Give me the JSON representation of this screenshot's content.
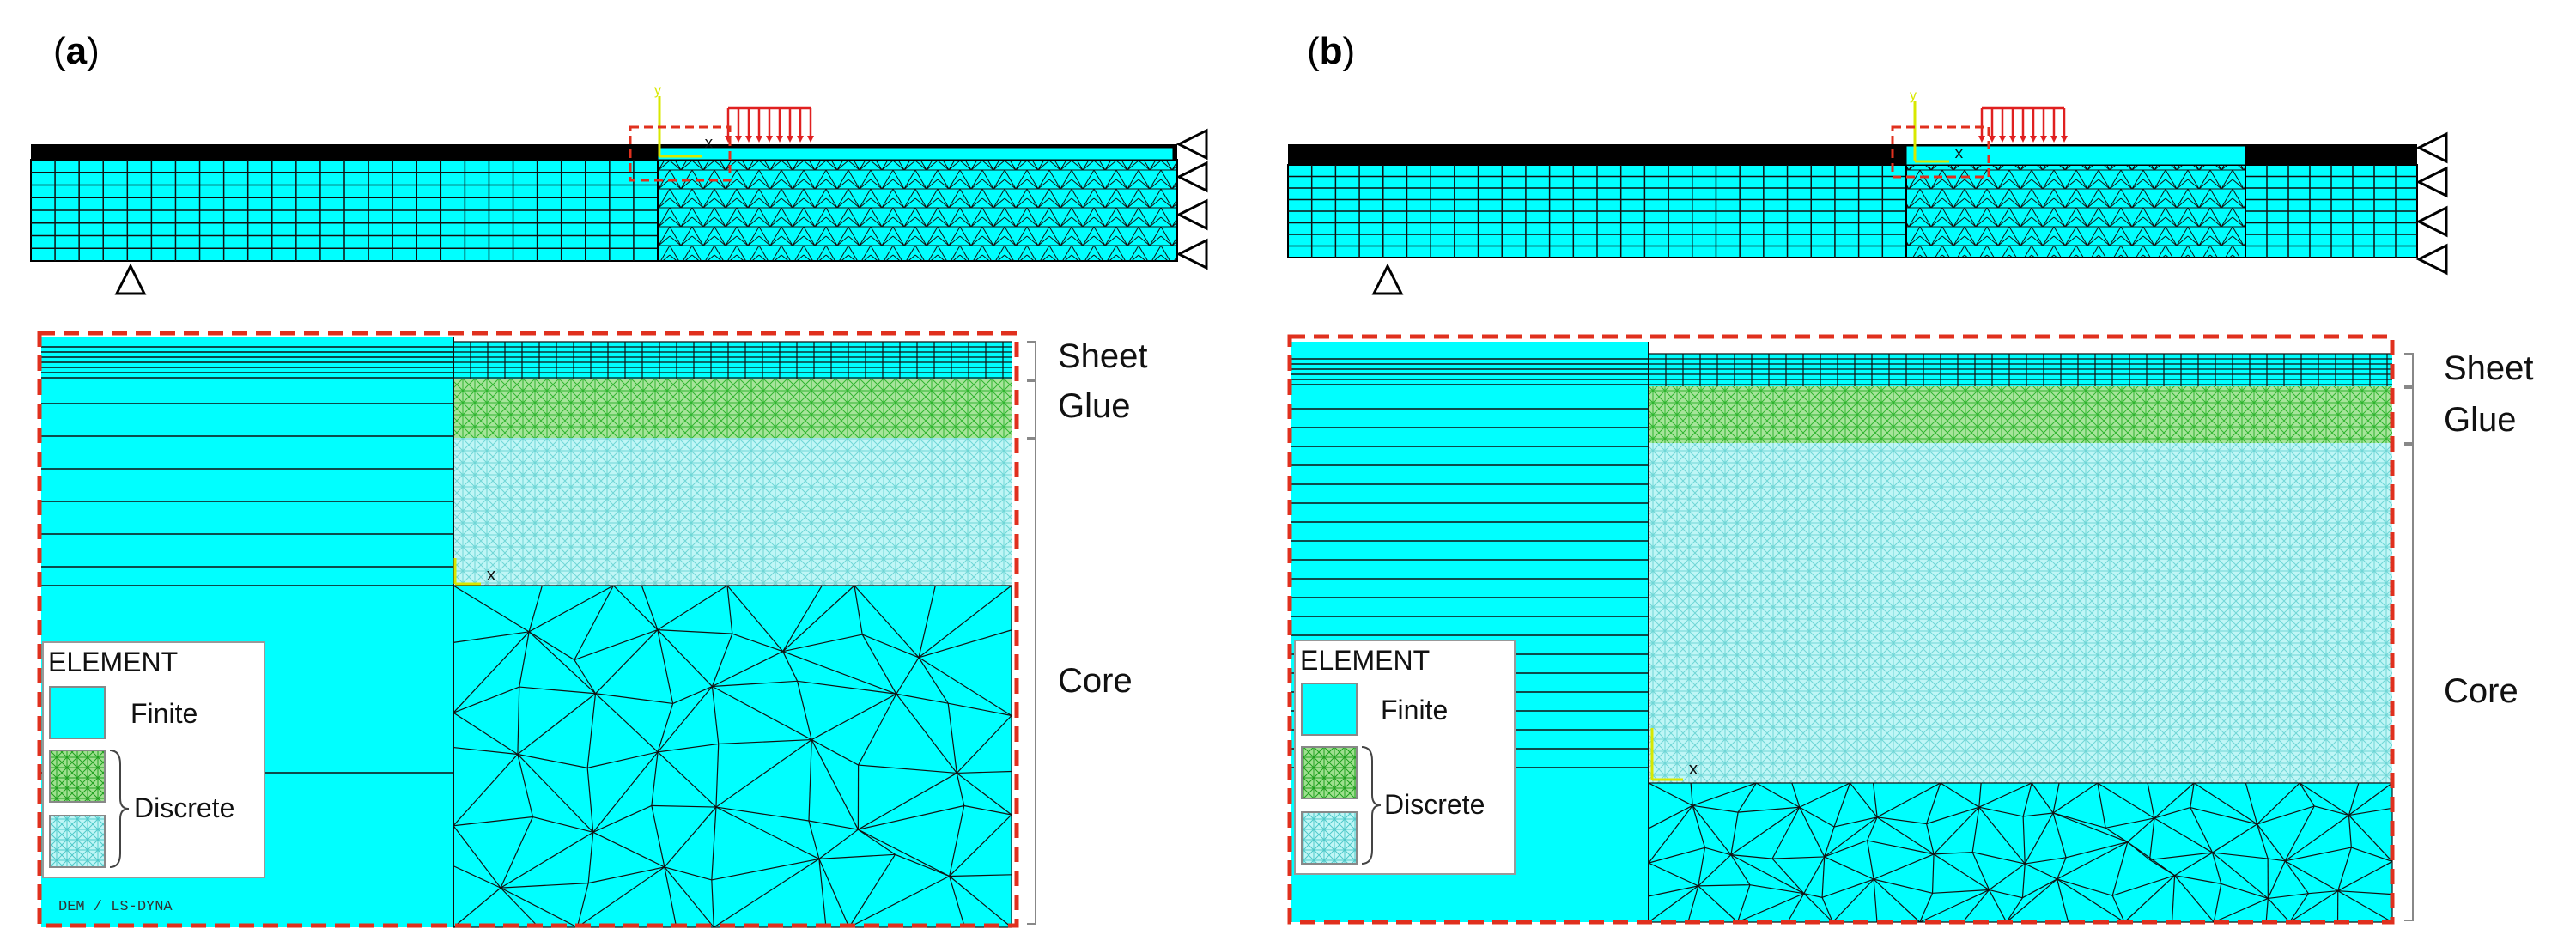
{
  "colors": {
    "cyan": "#00ffff",
    "discrete_cyan": "#9ff2f2",
    "glue_green": "#7ed36e",
    "glue_line": "#2fb52f",
    "dash_red": "#e0301e",
    "load_red": "#e02020",
    "axis_yellow": "#d8e800",
    "mesh_line": "#111111",
    "black": "#000000"
  },
  "panels": [
    {
      "id": "a",
      "label_letter": "a",
      "icons": [
        "support-triangle-icon",
        "load-arrow-icon",
        "coordinate-axes-icon"
      ],
      "layers": {
        "sheet": "Sheet",
        "glue": "Glue",
        "core": "Core"
      },
      "legend": {
        "title": "ELEMENT",
        "finite": "Finite",
        "discrete": "Discrete"
      },
      "watermark": "DEM / LS-DYNA",
      "axis_labels": {
        "x": "x",
        "y": "y"
      }
    },
    {
      "id": "b",
      "label_letter": "b",
      "icons": [
        "support-triangle-icon",
        "load-arrow-icon",
        "coordinate-axes-icon"
      ],
      "layers": {
        "sheet": "Sheet",
        "glue": "Glue",
        "core": "Core"
      },
      "legend": {
        "title": "ELEMENT",
        "finite": "Finite",
        "discrete": "Discrete"
      },
      "watermark": "",
      "axis_labels": {
        "x": "x",
        "y": "y"
      }
    }
  ]
}
